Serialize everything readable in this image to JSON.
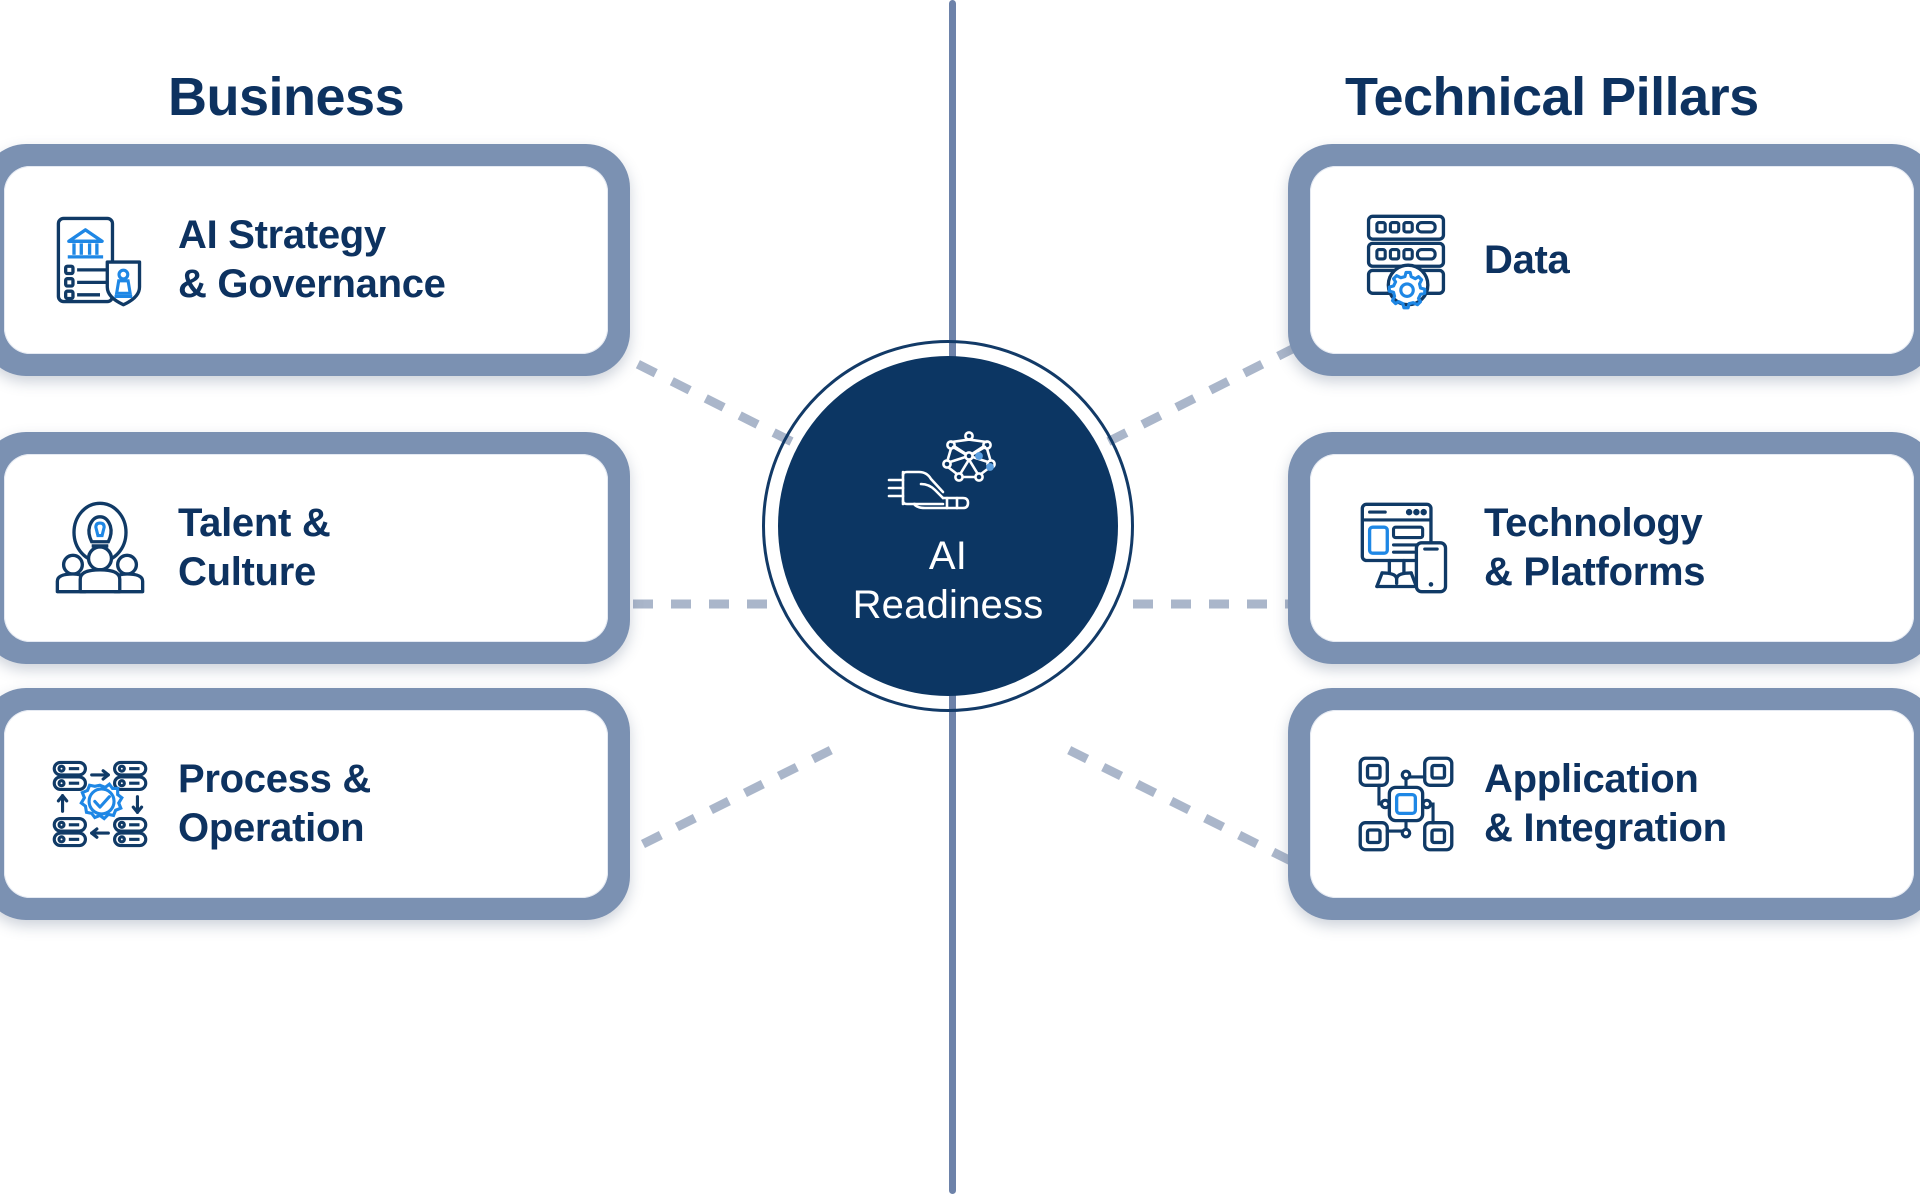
{
  "headings": {
    "left": "Business",
    "right": "Technical Pillars"
  },
  "hub": {
    "label": "AI\nReadiness",
    "line1": "AI",
    "line2": "Readiness",
    "icon": "hand-holding-ai-network-icon"
  },
  "colors": {
    "navy_text": "#0d3260",
    "hub_fill": "#0c3663",
    "hub_ring": "#123a67",
    "card_frame": "#7b91b2",
    "card_fill": "#ffffff",
    "accent_blue": "#1e87e5",
    "divider": "#6d82a9",
    "connector": "#aab6ca"
  },
  "left_column": {
    "title": "Business",
    "cards": [
      {
        "id": "strategy",
        "line1": "AI Strategy",
        "line2": "& Governance",
        "icon": "document-bank-shield-icon"
      },
      {
        "id": "talent",
        "line1": "Talent &",
        "line2": "Culture",
        "icon": "lightbulb-people-icon"
      },
      {
        "id": "process",
        "line1": "Process &",
        "line2": "Operation",
        "icon": "server-cycle-gear-icon"
      }
    ]
  },
  "right_column": {
    "title": "Technical Pillars",
    "cards": [
      {
        "id": "data",
        "line1": "Data",
        "line2": "",
        "icon": "server-stack-gear-icon"
      },
      {
        "id": "tech",
        "line1": "Technology",
        "line2": "& Platforms",
        "icon": "monitor-mobile-icon"
      },
      {
        "id": "app",
        "line1": "Application",
        "line2": "& Integration",
        "icon": "chip-network-nodes-icon"
      }
    ]
  },
  "connectors": {
    "style": "dashed",
    "count": 6,
    "targets": [
      "strategy",
      "talent",
      "process",
      "data",
      "tech",
      "app"
    ]
  }
}
